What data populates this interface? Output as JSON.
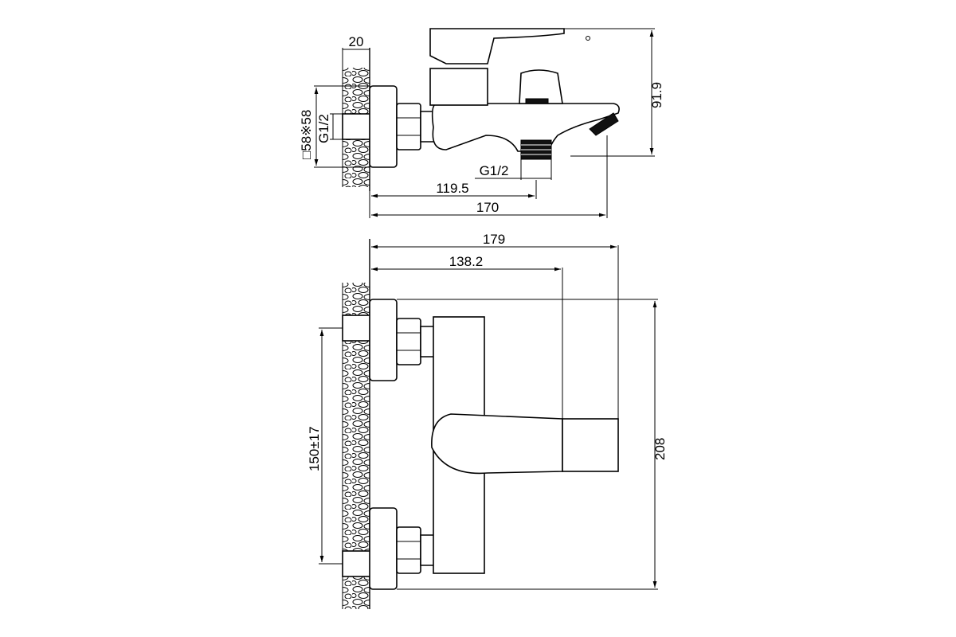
{
  "labels": {
    "wall": "20",
    "flange": "□58※58",
    "inlet_thread": "G1/2",
    "height": "91.9",
    "outlet_thread": "G1/2",
    "outlet_dist": "119.5",
    "depth": "170",
    "total": "179",
    "body_depth": "138.2",
    "centers": "150±17",
    "width": "208"
  }
}
